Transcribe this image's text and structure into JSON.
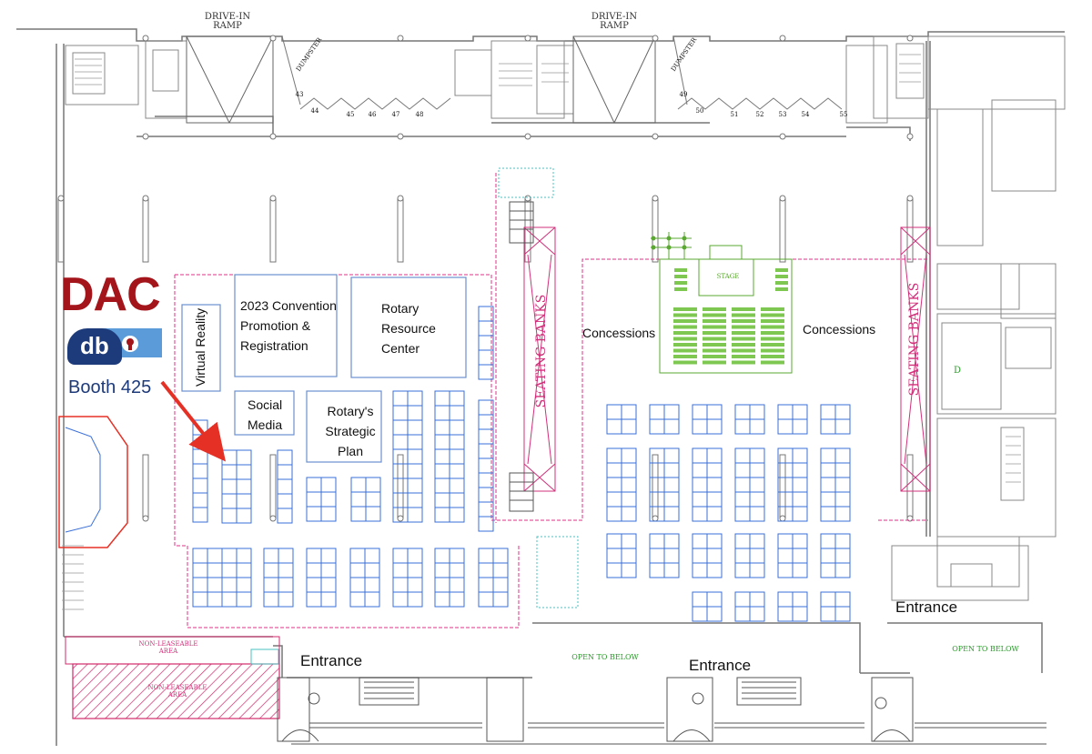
{
  "ramps": {
    "left_line1": "DRIVE-IN",
    "left_line2": "RAMP",
    "right_line1": "DRIVE-IN",
    "right_line2": "RAMP"
  },
  "dumpsters": {
    "left": "DUMPSTER",
    "right": "DUMPSTER"
  },
  "dock_numbers": [
    "43",
    "44",
    "45",
    "46",
    "47",
    "48",
    "49",
    "50",
    "51",
    "52",
    "53",
    "54",
    "55"
  ],
  "exhibitor": {
    "name": "DAC",
    "logo_text": "db",
    "booth": "Booth 425",
    "brand_red": "#a3141b",
    "brand_blue": "#2f5fa8",
    "arrow_color": "#e53025"
  },
  "zones": {
    "virtual_reality": "Virtual Reality",
    "convention_line1": "2023 Convention",
    "convention_line2": "Promotion &",
    "convention_line3": "Registration",
    "resource_line1": "Rotary",
    "resource_line2": "Resource",
    "resource_line3": "Center",
    "social_line1": "Social",
    "social_line2": "Media",
    "strategic_line1": "Rotary's",
    "strategic_line2": "Strategic",
    "strategic_line3": "Plan"
  },
  "seating_banks": {
    "left": "SEATING BANKS",
    "right": "SEATING BANKS"
  },
  "concessions": {
    "left": "Concessions",
    "right": "Concessions"
  },
  "stage": "STAGE",
  "non_leaseable": {
    "top": "NON-LEASEABLE AREA",
    "bottom": "NON-LEASEABLE AREA"
  },
  "open_to_below": {
    "left": "OPEN TO BELOW",
    "right": "OPEN TO BELOW"
  },
  "entrances": {
    "left": "Entrance",
    "middle": "Entrance",
    "right": "Entrance"
  },
  "room_d": "D",
  "colors": {
    "booth_blue": "#3a6fd8",
    "zone_blue": "#6a8fd0",
    "magenta": "#e0308a",
    "stage_green": "#5aa832",
    "wall": "#666666",
    "hatch": "#d12a6a"
  }
}
